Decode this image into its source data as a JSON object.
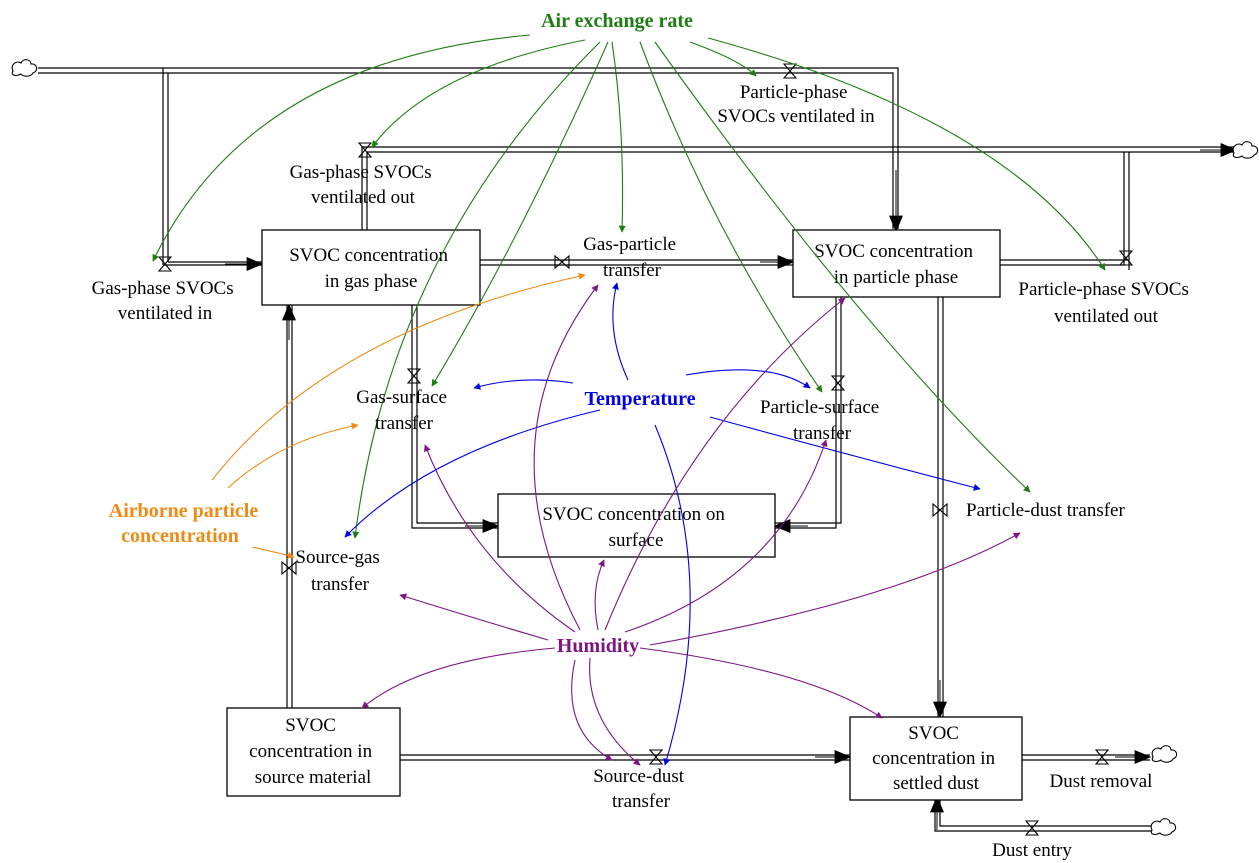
{
  "colors": {
    "air": "#1e7d12",
    "temperature": "#0000e6",
    "humidity": "#7d1681",
    "particle": "#f08a14",
    "flow": "#000000"
  },
  "drivers": {
    "air": "Air exchange rate",
    "temperature": "Temperature",
    "humidity": "Humidity",
    "particle_1": "Airborne particle",
    "particle_2": "concentration"
  },
  "stocks": {
    "gas": [
      "SVOC concentration",
      "in gas phase"
    ],
    "particle": [
      "SVOC concentration",
      "in particle phase"
    ],
    "surface": [
      "SVOC concentration on",
      "surface"
    ],
    "source": [
      "SVOC",
      "concentration in",
      "source material"
    ],
    "dust": [
      "SVOC",
      "concentration in",
      "settled dust"
    ]
  },
  "flows": {
    "particle_in": [
      "Particle-phase",
      "SVOCs ventilated in"
    ],
    "gas_out": [
      "Gas-phase SVOCs",
      "ventilated out"
    ],
    "gas_in": [
      "Gas-phase SVOCs",
      "ventilated in"
    ],
    "gas_particle": [
      "Gas-particle",
      "transfer"
    ],
    "particle_out": [
      "Particle-phase SVOCs",
      "ventilated out"
    ],
    "gas_surface": [
      "Gas-surface",
      "transfer"
    ],
    "particle_surface": [
      "Particle-surface",
      "transfer"
    ],
    "particle_dust": [
      "Particle-dust transfer"
    ],
    "source_gas": [
      "Source-gas",
      "transfer"
    ],
    "source_dust": [
      "Source-dust",
      "transfer"
    ],
    "dust_removal": [
      "Dust removal"
    ],
    "dust_entry": [
      "Dust entry"
    ]
  }
}
